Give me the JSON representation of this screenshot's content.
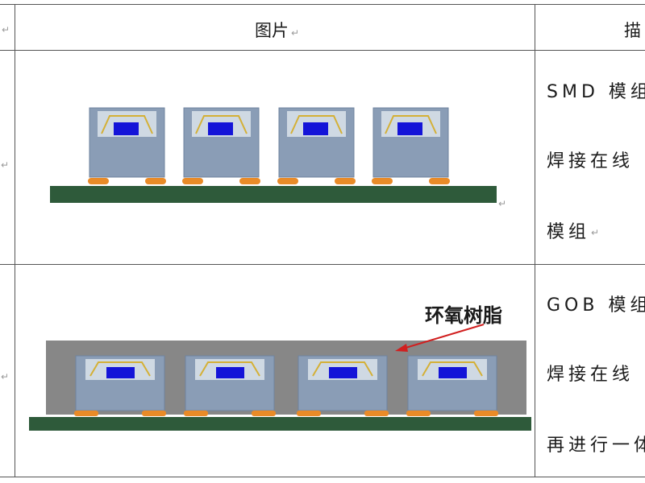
{
  "table": {
    "headers": {
      "left_mark": "↵",
      "picture": "图片",
      "picture_mark": "↵",
      "description": "描"
    },
    "rows": [
      {
        "left_mark": "↵",
        "figure_mark": "↵",
        "description_lines": [
          "SMD 模组",
          "焊接在线",
          "模组"
        ],
        "description_mark": "↵"
      },
      {
        "left_mark": "↵",
        "figure_label": "环氧树脂",
        "description_lines": [
          "GOB 模组",
          "焊接在线",
          "再进行一体"
        ]
      }
    ]
  },
  "colors": {
    "pcb": "#2e5a3a",
    "module": "#8a9db6",
    "module_top": "#cfd9e3",
    "chip": "#1414d8",
    "wire": "#d4b036",
    "solder": "#e98b28",
    "epoxy": "#878787",
    "arrow": "#d11f1f"
  }
}
